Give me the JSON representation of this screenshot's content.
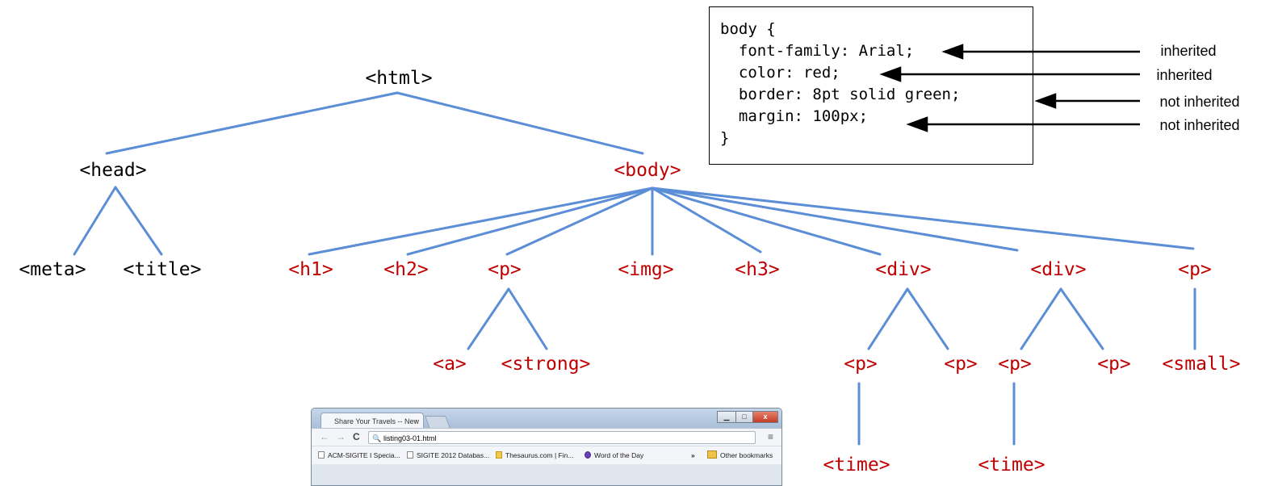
{
  "tree": {
    "html": "<html>",
    "head": "<head>",
    "body": "<body>",
    "meta": "<meta>",
    "title": "<title>",
    "h1": "<h1>",
    "h2": "<h2>",
    "p1": "<p>",
    "img": "<img>",
    "h3": "<h3>",
    "div1": "<div>",
    "div2": "<div>",
    "p2": "<p>",
    "a": "<a>",
    "strong": "<strong>",
    "div1_p1": "<p>",
    "div1_p2": "<p>",
    "div2_p1": "<p>",
    "div2_p2": "<p>",
    "small": "<small>",
    "time1": "<time>",
    "time2": "<time>"
  },
  "colors": {
    "line": "#5b8ed6",
    "inherited_node": "#c00000",
    "plain_node": "#000000"
  },
  "css_rule": {
    "lines": [
      "body {",
      "  font-family: Arial;",
      "  color: red;",
      "  border: 8pt solid green;",
      "  margin: 100px;",
      "}"
    ]
  },
  "annotations": [
    "inherited",
    "inherited",
    "not inherited",
    "not inherited"
  ],
  "browser": {
    "tab_title": "Share Your Travels -- New",
    "tab_close": "×",
    "minimize": "▁",
    "maximize": "□",
    "close": "x",
    "back": "←",
    "forward": "→",
    "reload": "C",
    "search_glyph": "🔍",
    "url": "listing03-01.html",
    "menu": "≡",
    "bookmarks": [
      "ACM-SIGITE I Specia...",
      "SIGITE 2012 Databas...",
      "Thesaurus.com | Fin...",
      "Word of the Day"
    ],
    "overflow": "»",
    "other_bookmarks": "Other bookmarks"
  }
}
